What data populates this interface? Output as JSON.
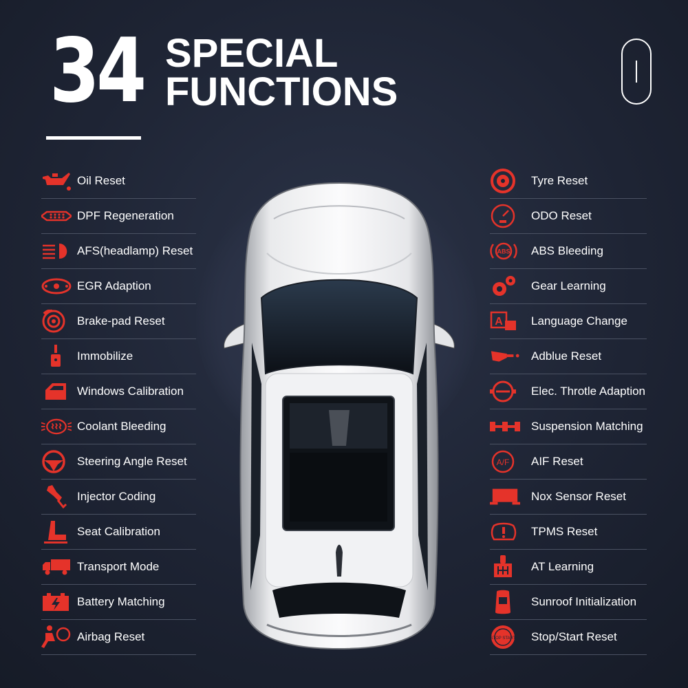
{
  "header": {
    "count": "34",
    "title_line1": "SPECIAL",
    "title_line2": "FUNCTIONS"
  },
  "colors": {
    "accent": "#e5332a",
    "text": "#ffffff",
    "background": "#1e2434"
  },
  "left_functions": [
    {
      "label": "Oil Reset",
      "icon": "oil-can-icon"
    },
    {
      "label": "DPF Regeneration",
      "icon": "dpf-filter-icon"
    },
    {
      "label": "AFS(headlamp) Reset",
      "icon": "headlamp-icon"
    },
    {
      "label": "EGR Adaption",
      "icon": "egr-valve-icon"
    },
    {
      "label": "Brake-pad Reset",
      "icon": "brake-disc-icon"
    },
    {
      "label": "Immobilize",
      "icon": "key-lock-icon"
    },
    {
      "label": "Windows Calibration",
      "icon": "car-window-icon"
    },
    {
      "label": "Coolant Bleeding",
      "icon": "coolant-icon"
    },
    {
      "label": "Steering Angle Reset",
      "icon": "steering-wheel-icon"
    },
    {
      "label": "Injector Coding",
      "icon": "injector-icon"
    },
    {
      "label": "Seat Calibration",
      "icon": "car-seat-icon"
    },
    {
      "label": "Transport Mode",
      "icon": "truck-icon"
    },
    {
      "label": "Battery Matching",
      "icon": "battery-icon"
    },
    {
      "label": "Airbag Reset",
      "icon": "airbag-icon"
    }
  ],
  "right_functions": [
    {
      "label": "Tyre Reset",
      "icon": "tyre-icon"
    },
    {
      "label": "ODO Reset",
      "icon": "odometer-icon"
    },
    {
      "label": "ABS Bleeding",
      "icon": "abs-icon",
      "icon_text": "ABS"
    },
    {
      "label": "Gear Learning",
      "icon": "gears-icon"
    },
    {
      "label": "Language Change",
      "icon": "language-icon"
    },
    {
      "label": "Adblue Reset",
      "icon": "adblue-nozzle-icon"
    },
    {
      "label": "Elec. Throtle Adaption",
      "icon": "throttle-icon"
    },
    {
      "label": "Suspension Matching",
      "icon": "suspension-icon"
    },
    {
      "label": "AIF Reset",
      "icon": "air-fuel-icon",
      "icon_text": "A/F"
    },
    {
      "label": "Nox Sensor Reset",
      "icon": "nox-sensor-icon"
    },
    {
      "label": "TPMS Reset",
      "icon": "tpms-icon"
    },
    {
      "label": "AT Learning",
      "icon": "gearbox-icon"
    },
    {
      "label": "Sunroof Initialization",
      "icon": "sunroof-icon"
    },
    {
      "label": "Stop/Start Reset",
      "icon": "stop-start-icon",
      "icon_text": "STOP START"
    }
  ]
}
